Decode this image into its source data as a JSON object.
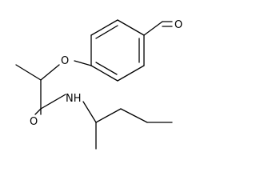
{
  "molecule": {
    "atoms": {
      "aldehyde_oxygen": "O",
      "ether_oxygen": "O",
      "carbonyl_oxygen": "O",
      "amide_nitrogen": "NH"
    }
  }
}
